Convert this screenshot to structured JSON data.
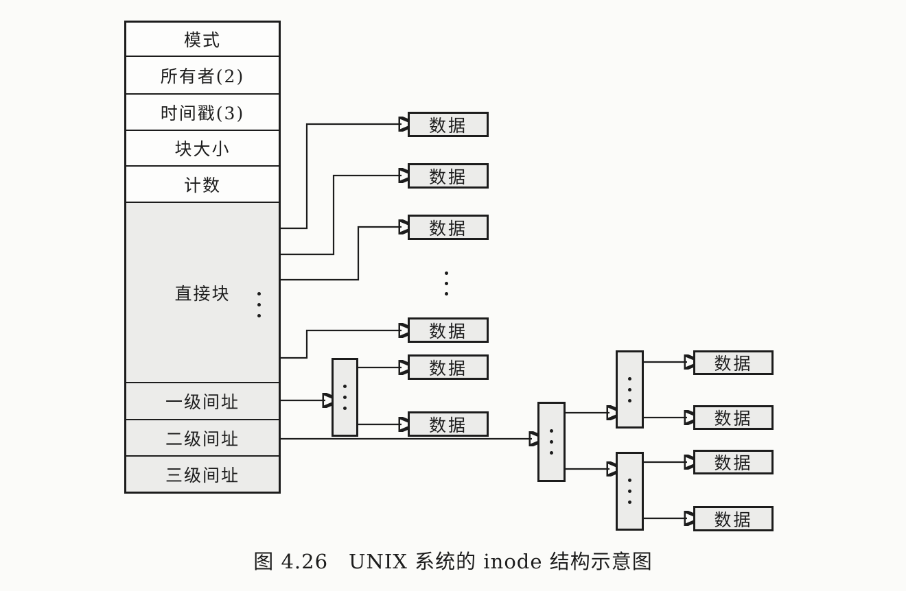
{
  "figure": {
    "caption": "图 4.26　UNIX 系统的 inode 结构示意图"
  },
  "inode_table": {
    "rows": [
      {
        "label": "模式"
      },
      {
        "label": "所有者(2)"
      },
      {
        "label": "时间戳(3)"
      },
      {
        "label": "块大小"
      },
      {
        "label": "计数"
      },
      {
        "label": "直接块"
      },
      {
        "label": "一级间址"
      },
      {
        "label": "二级间址"
      },
      {
        "label": "三级间址"
      }
    ]
  },
  "labels": {
    "data_block": "数据"
  },
  "icons": {
    "vertical_ellipsis": "vertical-ellipsis-icon",
    "arrow": "arrow-right-icon"
  },
  "colors": {
    "shade": "#ececea",
    "line": "#1c1c1c",
    "background": "#fbfbf9"
  }
}
